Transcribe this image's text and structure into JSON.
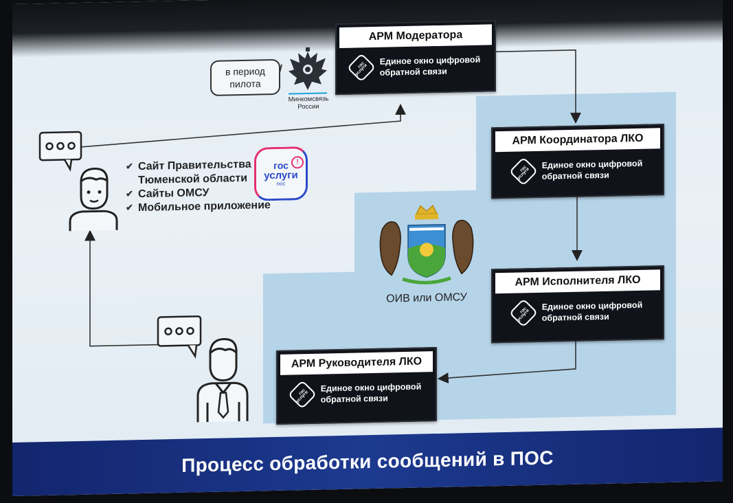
{
  "title": "Процесс обработки сообщений в ПОС",
  "pilot_bubble": {
    "line1": "в период",
    "line2": "пилота"
  },
  "ministry": {
    "line1": "Минкомсвязь",
    "line2": "России"
  },
  "channels": [
    "Сайт Правительства",
    "Тюменской области",
    "Сайты ОМСУ",
    "Мобильное приложение"
  ],
  "gosuslugi_logo": {
    "top": "гос",
    "mid": "услуги",
    "bottom": "пос"
  },
  "region_label": "ОИВ или ОМСУ",
  "arm_subtitle": {
    "line1": "Единое окно цифровой",
    "line2": "обратной связи"
  },
  "gos_badge": {
    "line1": "гос",
    "line2": "услуги"
  },
  "arms": {
    "moderator": "АРМ Модератора",
    "coordinator": "АРМ Координатора ЛКО",
    "executor": "АРМ Исполнителя ЛКО",
    "head": "АРМ Руководителя ЛКО"
  },
  "colors": {
    "banner": "#1c3a8f",
    "zone": "#b6d4e8",
    "arm_box": "#11131a",
    "gosuslugi_pink": "#e4306f",
    "gosuslugi_blue": "#2b49c8"
  }
}
